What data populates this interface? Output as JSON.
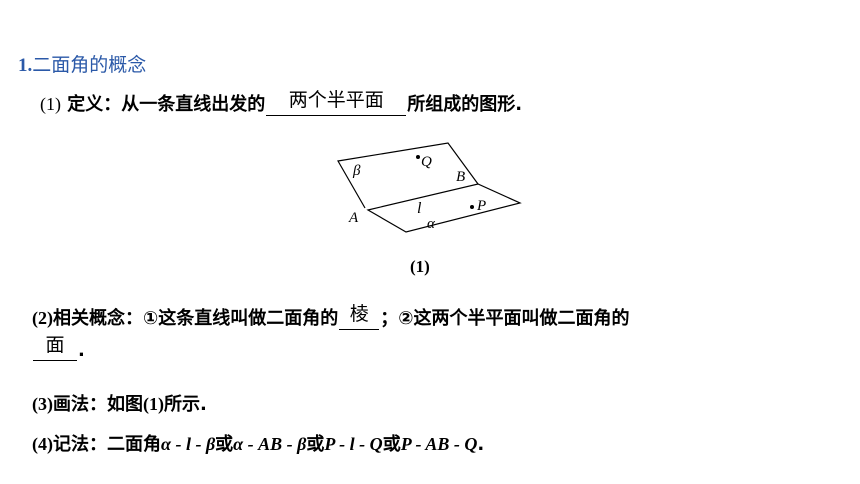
{
  "heading": {
    "number": "1.",
    "title": "二面角的概念"
  },
  "definition": {
    "tag": "(1)",
    "lead": "定义：从一条直线出发的",
    "answer": "两个半平面",
    "tail": "所组成的图形."
  },
  "figure": {
    "labels": {
      "beta": "β",
      "Q": "Q",
      "B": "B",
      "A": "A",
      "l": "l",
      "alpha": "α",
      "P": "P"
    },
    "caption": "(1)"
  },
  "related": {
    "tag": "(2)",
    "text1": "相关概念：①这条直线叫做二面角的",
    "answer1": "棱",
    "text2": "；②这两个半平面叫做二面角的",
    "answer2": "面",
    "end": "."
  },
  "drawing": {
    "tag": "(3)",
    "text": "画法：如图",
    "ref": "(1)",
    "end": "所示."
  },
  "notation": {
    "tag": "(4)",
    "text": "记法：二面角",
    "expr1": "α - l - β",
    "or1": "或",
    "expr2": "α - AB - β",
    "or2": "或",
    "expr3": "P - l - Q",
    "or3": "或",
    "expr4": "P - AB - Q",
    "end": "."
  }
}
